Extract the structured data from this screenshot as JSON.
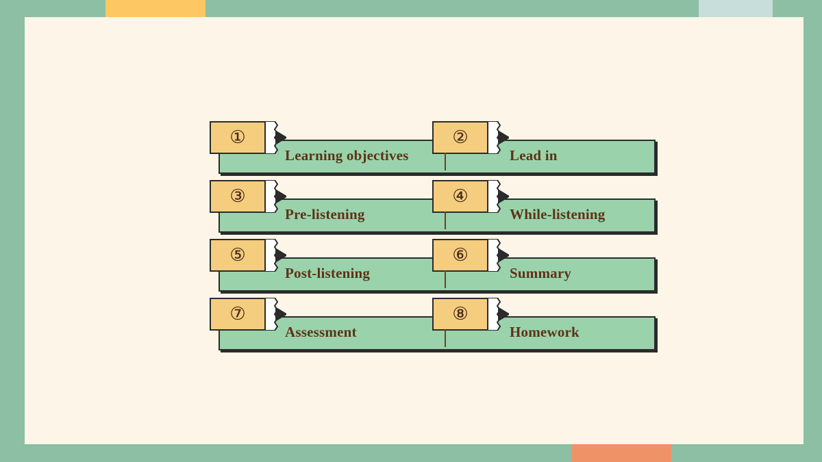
{
  "slide": {
    "background_color": "#8cbfa3",
    "canvas_color": "#fdf5e8",
    "accent_orange": "#fdc863",
    "accent_blue": "#c7dedb",
    "accent_salmon": "#ef9267",
    "badge_color": "#f5cd7f",
    "bar_color": "#9ad3ab",
    "outline_color": "#2b2b2b",
    "text_color": "#5c3317"
  },
  "diagram": {
    "type": "pencil-step-list",
    "rows": [
      {
        "left": {
          "number": "①",
          "number_value": 1,
          "label": "Learning objectives"
        },
        "right": {
          "number": "②",
          "number_value": 2,
          "label": "Lead in"
        }
      },
      {
        "left": {
          "number": "③",
          "number_value": 3,
          "label": "Pre-listening"
        },
        "right": {
          "number": "④",
          "number_value": 4,
          "label": "While-listening"
        }
      },
      {
        "left": {
          "number": "⑤",
          "number_value": 5,
          "label": "Post-listening"
        },
        "right": {
          "number": "⑥",
          "number_value": 6,
          "label": "Summary"
        }
      },
      {
        "left": {
          "number": "⑦",
          "number_value": 7,
          "label": "Assessment"
        },
        "right": {
          "number": "⑧",
          "number_value": 8,
          "label": "Homework"
        }
      }
    ]
  }
}
